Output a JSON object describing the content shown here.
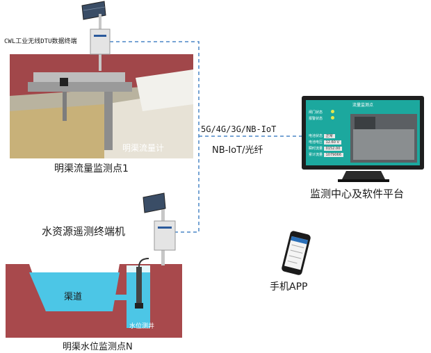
{
  "diagram": {
    "dtu_label": "CWL工业无线DTU数据终端",
    "flow_meter_overlay": "明渠流量计",
    "station1_caption": "明渠流量监测点1",
    "network_label": "5G/4G/3G/NB-IoT",
    "fiber_label": "NB-IoT/光纤",
    "monitor_center_caption": "监测中心及软件平台",
    "terminal_caption": "水资源遥测终端机",
    "channel_label": "渠道",
    "well_label": "水位测井",
    "stationN_caption": "明渠水位监测点N",
    "app_caption": "手机APP"
  },
  "monitor_screen": {
    "header": "流量监测点",
    "status_rows": [
      "闸门状态",
      "报警状态"
    ],
    "param_rows": [
      {
        "label": "电池状态",
        "value": "正常"
      },
      {
        "label": "电池电压",
        "value": "12.60 V"
      },
      {
        "label": "瞬时流量",
        "value": "0152.00"
      },
      {
        "label": "累计流量",
        "value": "1079066"
      }
    ]
  },
  "colors": {
    "dashed_line": "#4a86c6",
    "soil": "#a8494c",
    "water": "#4cc6e6",
    "screen_bg": "#1ca89e"
  }
}
